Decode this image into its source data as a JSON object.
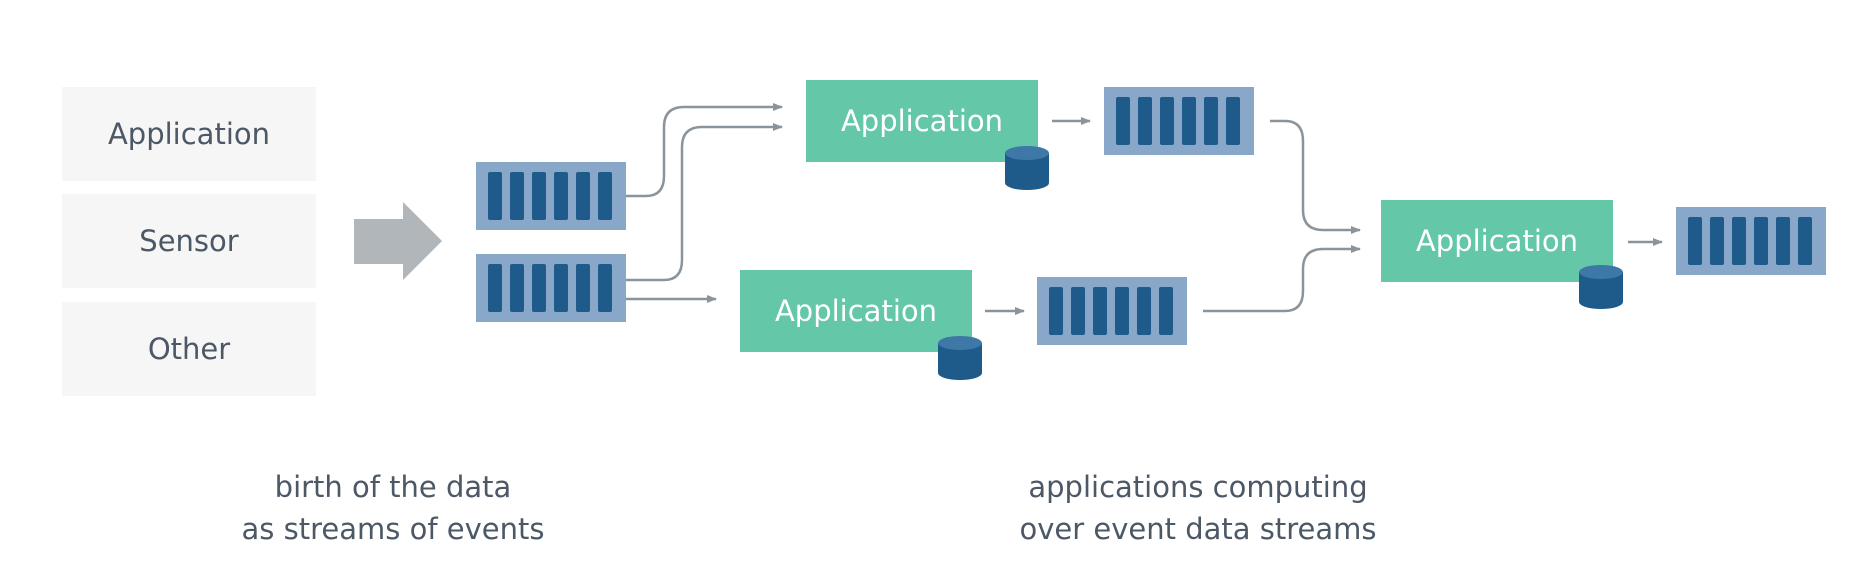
{
  "sources": {
    "application_label": "Application",
    "sensor_label": "Sensor",
    "other_label": "Other"
  },
  "apps": {
    "app1_label": "Application",
    "app2_label": "Application",
    "app3_label": "Application"
  },
  "captions": {
    "left_line1": "birth of the data",
    "left_line2": "as streams of events",
    "right_line1": "applications computing",
    "right_line2": "over event data streams"
  },
  "colors": {
    "source_box": "#f6f6f6",
    "application_box": "#64c8a8",
    "stream_frame": "#89a7c9",
    "stream_slot": "#1e5a8a",
    "database": "#1e5a8a",
    "arrow": "#8a949c",
    "big_arrow": "#b0b6b9",
    "text": "#4d5866"
  }
}
